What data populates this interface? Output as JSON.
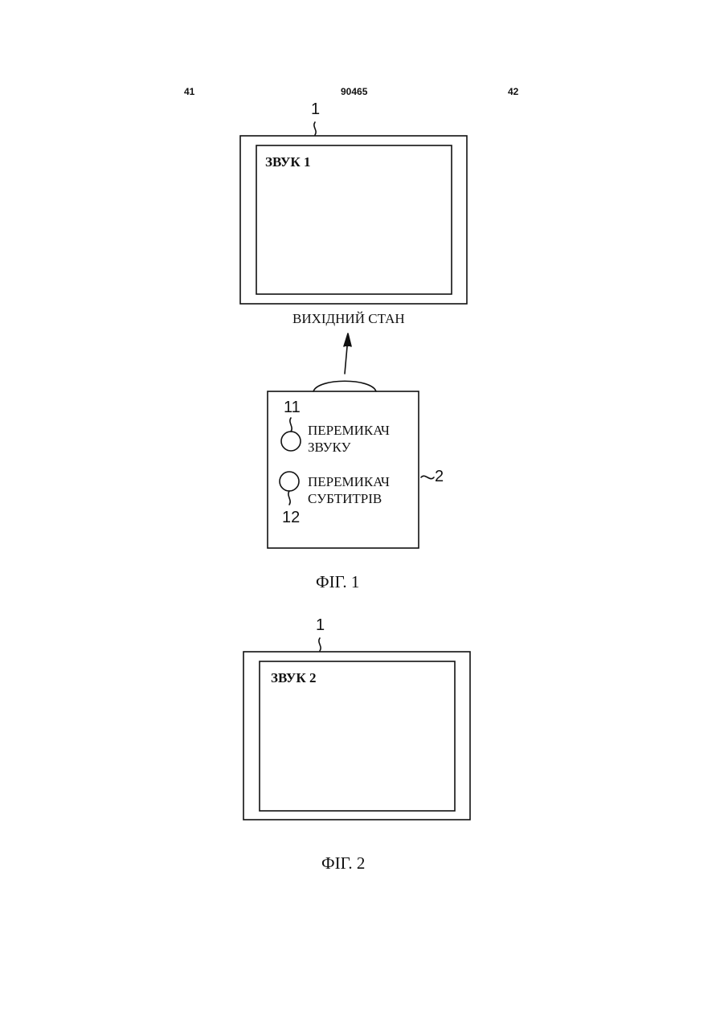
{
  "header": {
    "page_left": "41",
    "patent_number": "90465",
    "page_right": "42"
  },
  "figure1": {
    "tv_ref": "1",
    "screen_text": "ЗВУК 1",
    "state_label": "ВИХІДНИЙ СТАН",
    "remote": {
      "ref": "2",
      "button_sound": {
        "ref": "11",
        "label_line1": "ПЕРЕМИКАЧ",
        "label_line2": "ЗВУКУ"
      },
      "button_subtitles": {
        "ref": "12",
        "label_line1": "ПЕРЕМИКАЧ",
        "label_line2": "СУБТИТРІВ"
      }
    },
    "caption": "ФІГ. 1"
  },
  "figure2": {
    "tv_ref": "1",
    "screen_text": "ЗВУК 2",
    "caption": "ФІГ. 2"
  }
}
